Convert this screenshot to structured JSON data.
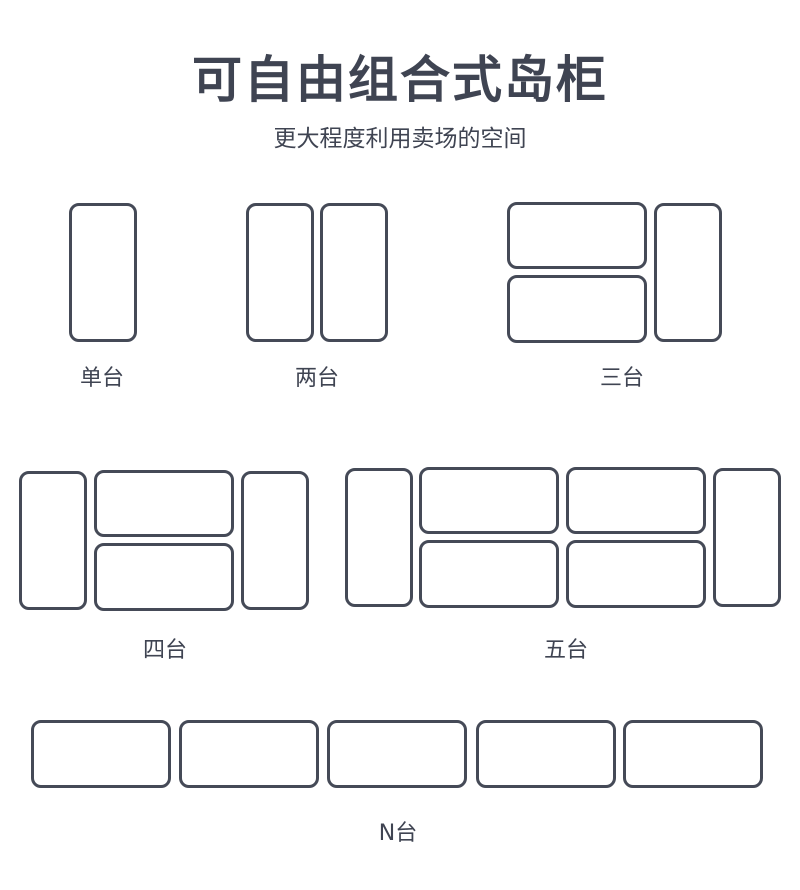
{
  "header": {
    "title": "可自由组合式岛柜",
    "subtitle": "更大程度利用卖场的空间"
  },
  "configurations": [
    {
      "label": "单台"
    },
    {
      "label": "两台"
    },
    {
      "label": "三台"
    },
    {
      "label": "四台"
    },
    {
      "label": "五台"
    },
    {
      "label": "N台"
    }
  ],
  "colors": {
    "stroke": "#454a57",
    "text": "#3f4452",
    "background": "#ffffff"
  }
}
